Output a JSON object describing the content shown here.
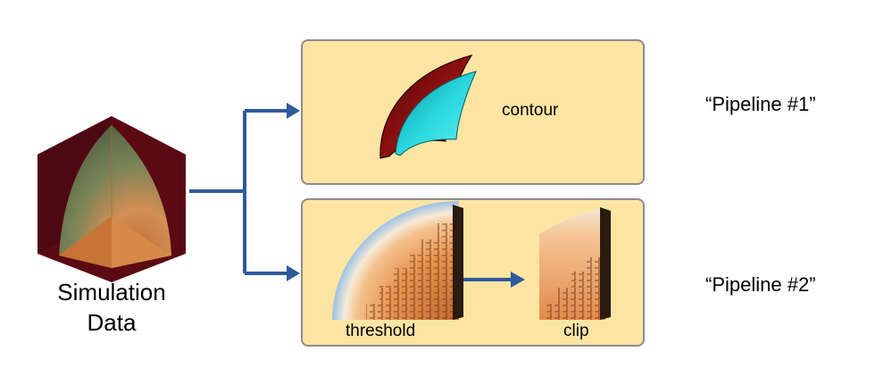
{
  "source": {
    "label_line1": "Simulation",
    "label_line2": "Data"
  },
  "pipeline1": {
    "filter_label": "contour",
    "name": "“Pipeline #1”"
  },
  "pipeline2": {
    "filter1_label": "threshold",
    "filter2_label": "clip",
    "name": "“Pipeline #2”"
  },
  "colors": {
    "arrow": "#2e5a9c",
    "panel_fill": "#fce5a3",
    "panel_border": "#8c8c8c",
    "cube_shell": "#5b0a14",
    "cube_inner": "#d9894a",
    "surface_red": "#8b0d0d",
    "surface_cyan": "#2fe4e8",
    "thermal_orange": "#e8904a",
    "thermal_blue": "#a8c8e6"
  }
}
